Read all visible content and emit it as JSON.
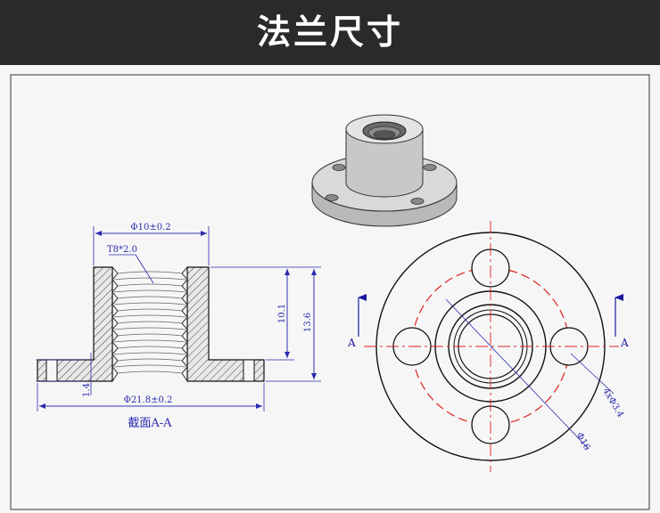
{
  "header": {
    "title": "法兰尺寸"
  },
  "section_view": {
    "thread_label": "T8*2.0",
    "dim_bore": "Φ10±0.2",
    "dim_flange": "Φ21.8±0.2",
    "dim_height_inner": "10.1",
    "dim_height_total": "13.6",
    "dim_flange_thickness": "1.4",
    "caption": "截面A-A"
  },
  "front_view": {
    "label_left": "A",
    "label_right": "A",
    "dim_holes": "4xΦ3.4",
    "dim_pcd": "Φ16"
  },
  "colors": {
    "header_bg": "#2a2a2a",
    "dimension": "#2a2ab0",
    "centerline": "#e02020",
    "outline": "#111111"
  }
}
